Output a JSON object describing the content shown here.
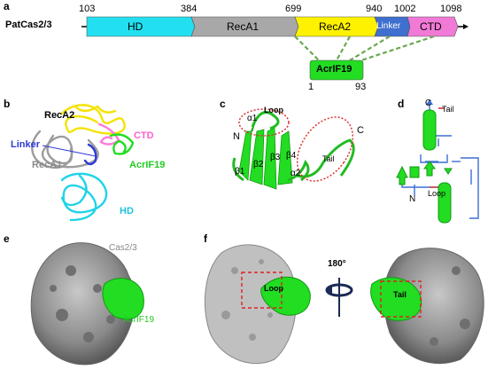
{
  "panels": {
    "a": "a",
    "b": "b",
    "c": "c",
    "d": "d",
    "e": "e",
    "f": "f"
  },
  "domain_map": {
    "protein": "PatCas2/3",
    "ticks": [
      "103",
      "384",
      "699",
      "940",
      "1002",
      "1098"
    ],
    "domains": [
      {
        "name": "HD",
        "color": "#22e0f0"
      },
      {
        "name": "RecA1",
        "color": "#a8a8a8"
      },
      {
        "name": "RecA2",
        "color": "#fff200"
      },
      {
        "name": "Linker",
        "color": "#3f6fcf"
      },
      {
        "name": "CTD",
        "color": "#f07ad6"
      }
    ],
    "inhibitor": {
      "name": "AcrIF19",
      "color": "#22dd22",
      "start": "1",
      "end": "93"
    }
  },
  "panel_b": {
    "labels": {
      "reca2": "RecA2",
      "ctd": "CTD",
      "linker": "Linker",
      "reca1": "RecA1",
      "acrif19": "AcrIF19",
      "hd": "HD"
    }
  },
  "panel_c": {
    "labels": {
      "loop": "Loop",
      "alpha1": "α1",
      "n": "N",
      "c": "C",
      "tail": "Tail",
      "beta1": "β1",
      "beta2": "β2",
      "beta3": "β3",
      "beta4": "β4",
      "alpha2": "α2"
    }
  },
  "panel_d": {
    "labels": {
      "c": "C",
      "tail": "Tail",
      "loop": "Loop",
      "n": "N"
    }
  },
  "panel_e": {
    "labels": {
      "cas": "Cas2/3",
      "acr": "AcrIF19"
    }
  },
  "panel_f": {
    "labels": {
      "loop": "Loop",
      "rotation": "180°",
      "tail": "Tail"
    }
  }
}
